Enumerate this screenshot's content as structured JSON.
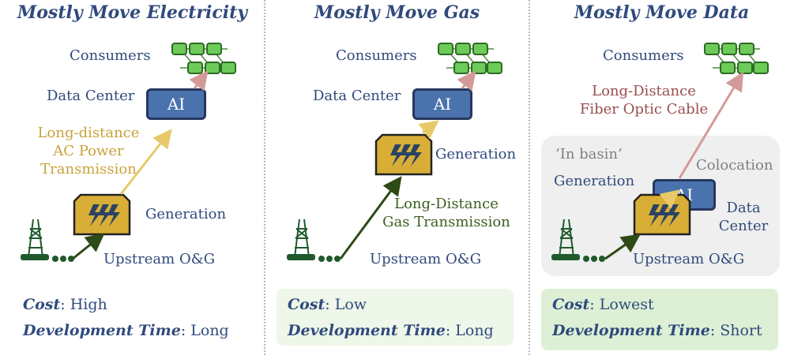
{
  "panels": [
    {
      "title": "Mostly Move Electricity",
      "consumers": "Consumers",
      "data_center": "Data Center",
      "ai": "AI",
      "transmission": [
        "Long-distance",
        "AC Power",
        "Transmission"
      ],
      "generation": "Generation",
      "upstream": "Upstream O&G",
      "cost_label": "Cost",
      "cost_value": ": High",
      "time_label": "Development Time",
      "time_value": ": Long"
    },
    {
      "title": "Mostly Move Gas",
      "consumers": "Consumers",
      "data_center": "Data Center",
      "ai": "AI",
      "generation": "Generation",
      "transmission": [
        "Long-Distance",
        "Gas Transmission"
      ],
      "upstream": "Upstream O&G",
      "cost_label": "Cost",
      "cost_value": ": Low",
      "time_label": "Development Time",
      "time_value": ": Long"
    },
    {
      "title": "Mostly Move Data",
      "consumers": "Consumers",
      "fiber": [
        "Long-Distance",
        "Fiber Optic Cable"
      ],
      "in_basin": "‘In basin’",
      "colocation": "Colocation",
      "generation": "Generation",
      "ai": "AI",
      "data_center": [
        "Data",
        "Center"
      ],
      "upstream": "Upstream O&G",
      "cost_label": "Cost",
      "cost_value": ": Lowest",
      "time_label": "Development Time",
      "time_value": ": Short"
    }
  ],
  "colors": {
    "title_blue": "#2f4a7c",
    "ai_box": "#4a72ad",
    "generation_gold": "#d8ae37",
    "network_green": "#6dcb5a",
    "power_arrow": "#e8c969",
    "gas_arrow": "#2d4a17",
    "data_arrow": "#d49a9a",
    "cost_box_light": "#eef7e9",
    "cost_box_strong": "#ddf0d5",
    "basin_grey": "#efefef"
  },
  "icons": {
    "generation": "lightning-bolt-icon",
    "upstream": "oil-rig-icon",
    "consumers": "network-grid-icon"
  }
}
